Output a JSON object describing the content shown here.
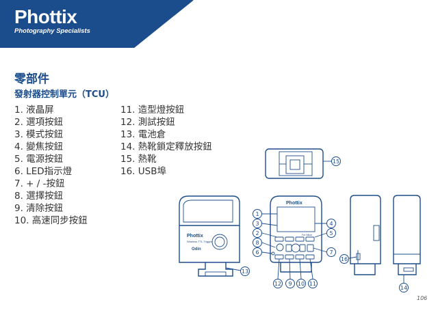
{
  "brand": {
    "logo": "Phottix",
    "tagline": "Photography Specialists",
    "color": "#1b4d8c"
  },
  "page": {
    "title": "零部件",
    "subtitle": "發射器控制單元（TCU）",
    "page_number": "106"
  },
  "parts_col1": [
    "1. 液晶屏",
    "2. 選項按鈕",
    "3. 模式按鈕",
    "4. 變焦按鈕",
    "5. 電源按鈕",
    "6. LED指示燈",
    "7. + / -按鈕",
    "8. 選擇按鈕",
    "9. 清除按鈕",
    "10. 高速同步按鈕"
  ],
  "parts_col2": [
    "11. 造型燈按鈕",
    "12. 測試按鈕",
    "13. 電池倉",
    "14. 熱靴鎖定釋放按鈕",
    "15. 熱靴",
    "16. USB埠"
  ],
  "diagram": {
    "callouts": [
      "1",
      "2",
      "3",
      "4",
      "5",
      "6",
      "7",
      "8",
      "9",
      "10",
      "11",
      "12",
      "13",
      "14",
      "15",
      "16"
    ],
    "device_logo": "Phottix",
    "device_model": "Odin",
    "device_subtitle": "Wireless TTL Trigger",
    "device_panel_label": "For Nikon"
  }
}
